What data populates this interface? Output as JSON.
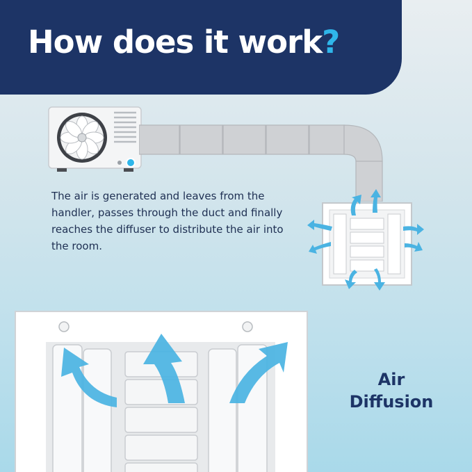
{
  "header": {
    "title": "How does it work",
    "title_mark": "?"
  },
  "description": {
    "text": "The air is generated and leaves from the handler, passes through the duct and finally reaches the diffuser to distribute the air into the room."
  },
  "caption": {
    "line1": "Air",
    "line2": "Diffusion"
  },
  "colors": {
    "banner": "#1d3466",
    "accent": "#2fb6ea",
    "body_text": "#1e2f52",
    "airflow_arrow": "#4ab3e2"
  },
  "icons": [
    "air-handler-unit",
    "fan-icon",
    "duct-pipe",
    "ceiling-diffuser",
    "airflow-arrow-icon"
  ]
}
